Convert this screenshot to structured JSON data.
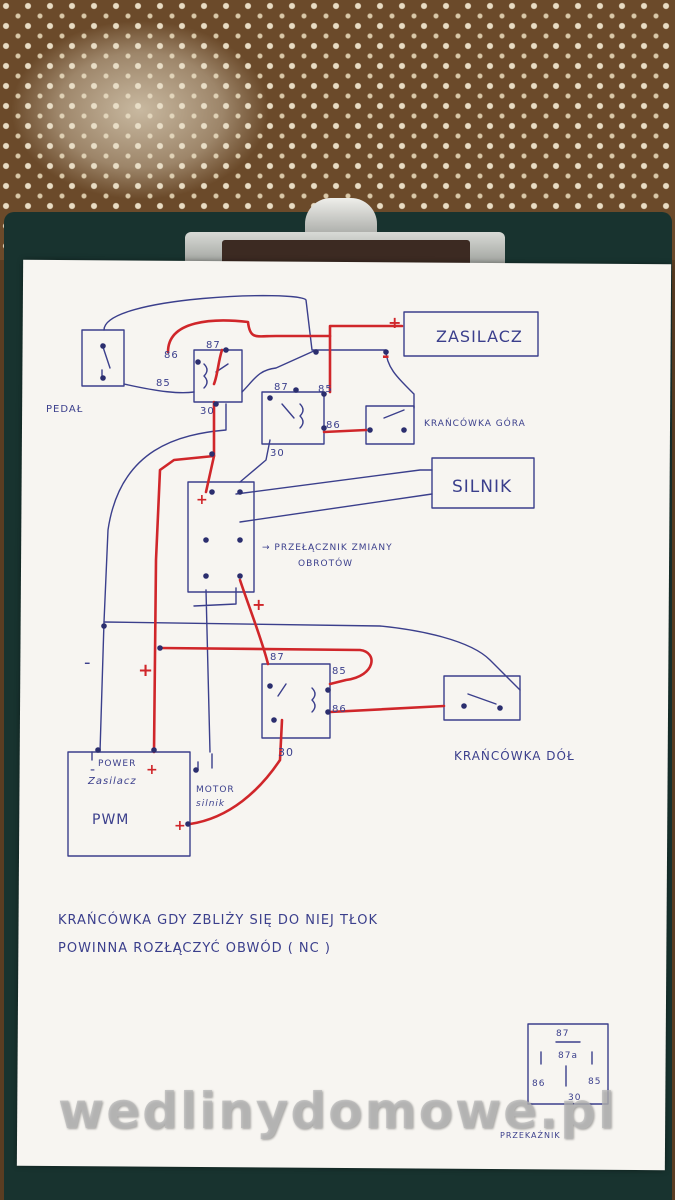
{
  "labels": {
    "zasilacz": "ZASILACZ",
    "silnik": "SILNIK",
    "pedal": "PEDAŁ",
    "krancowka_gora": "KRAŃCÓWKA GÓRA",
    "krancowka_dol": "KRAŃCÓWKA DÓŁ",
    "przelacznik_line1": "→ PRZEŁĄCZNIK ZMIANY",
    "przelacznik_line2": "OBROTÓW",
    "power": "POWER",
    "zasilacz_small": "Zasilacz",
    "pwm": "PWM",
    "motor_line1": "MOTOR",
    "motor_line2": "silnik",
    "note_line1": "KRAŃCÓWKA GDY ZBLIŻY SIĘ DO NIEJ TŁOK",
    "note_line2": "POWINNA ROZŁĄCZYĆ OBWÓD ( NC )",
    "przekaznik": "PRZEKAŹNIK",
    "plus": "+",
    "minus": "-"
  },
  "pins": {
    "p85": "85",
    "p86": "86",
    "p87": "87",
    "p87a": "87a",
    "p30": "30"
  },
  "watermark": "wedlinydomowe.pl",
  "colors": {
    "pen_blue": "#3b3f8c",
    "pen_red": "#d0262a",
    "paper": "#f7f5f1"
  }
}
